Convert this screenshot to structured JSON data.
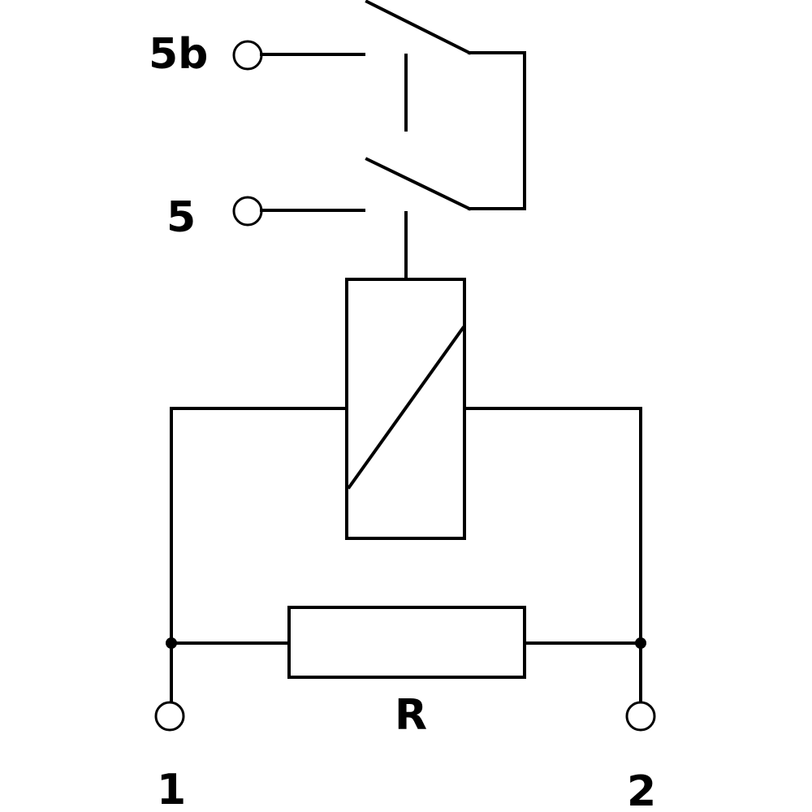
{
  "diagram": {
    "labels": {
      "terminal_5b": "5b",
      "terminal_5": "5",
      "resistor": "R",
      "terminal_1": "1",
      "terminal_2": "2"
    },
    "colors": {
      "line": "#000000",
      "background": "#ffffff"
    }
  }
}
